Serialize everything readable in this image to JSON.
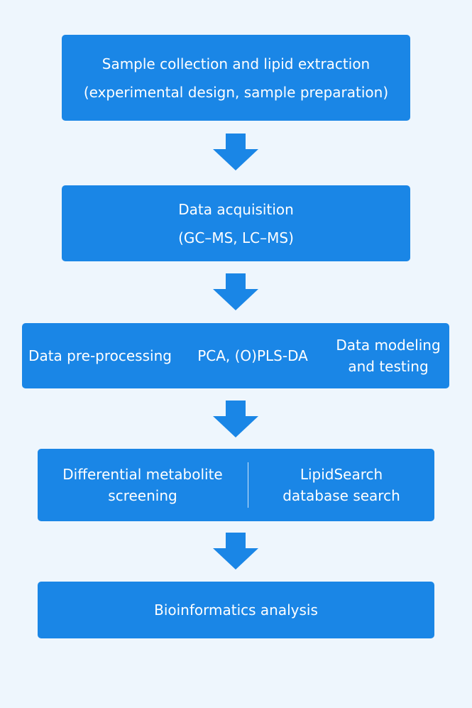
{
  "colors": {
    "background": "#eef6fd",
    "box": "#1a86e6",
    "text": "#ffffff"
  },
  "steps": [
    {
      "line1": "Sample collection and lipid extraction",
      "line2": "(experimental design, sample preparation)"
    },
    {
      "line1": "Data acquisition",
      "line2": "(GC–MS, LC–MS)"
    },
    {
      "col1": "Data pre-processing",
      "col2": "PCA, (O)PLS-DA",
      "col3_line1": "Data modeling",
      "col3_line2": "and testing"
    },
    {
      "col1_line1": "Differential metabolite",
      "col1_line2": "screening",
      "col2_line1": "LipidSearch",
      "col2_line2": "database search"
    },
    {
      "line1": "Bioinformatics analysis"
    }
  ]
}
